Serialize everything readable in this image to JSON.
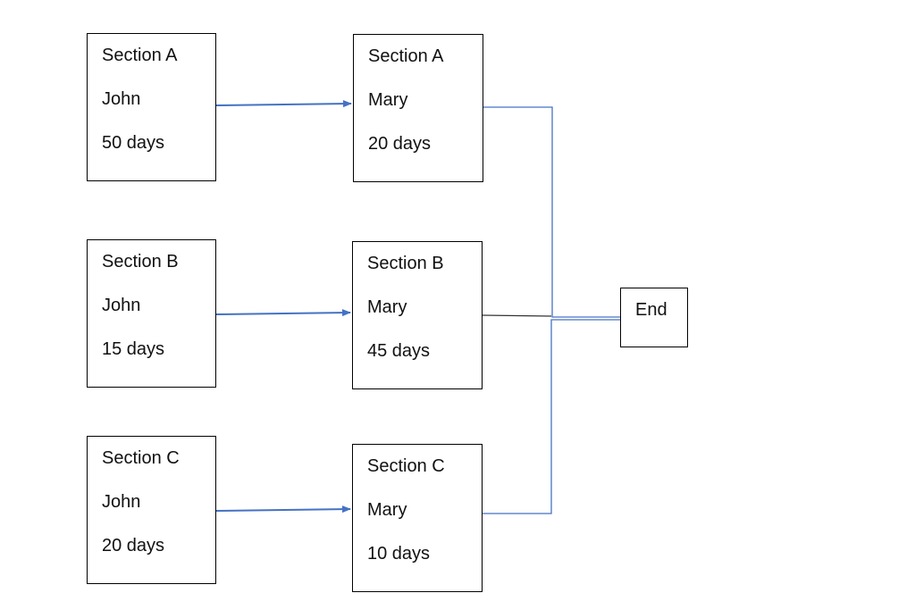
{
  "colors": {
    "arrow": "#4472C4",
    "connector": "#4472C4",
    "connector_dark": "#333333",
    "box_border": "#000000"
  },
  "john": [
    {
      "section": "Section A",
      "person": "John",
      "duration": "50 days"
    },
    {
      "section": "Section B",
      "person": "John",
      "duration": "15 days"
    },
    {
      "section": "Section C",
      "person": "John",
      "duration": "20 days"
    }
  ],
  "mary": [
    {
      "section": "Section A",
      "person": "Mary",
      "duration": "20 days"
    },
    {
      "section": "Section B",
      "person": "Mary",
      "duration": "45 days"
    },
    {
      "section": "Section C",
      "person": "Mary",
      "duration": "10 days"
    }
  ],
  "end": {
    "label": "End"
  }
}
